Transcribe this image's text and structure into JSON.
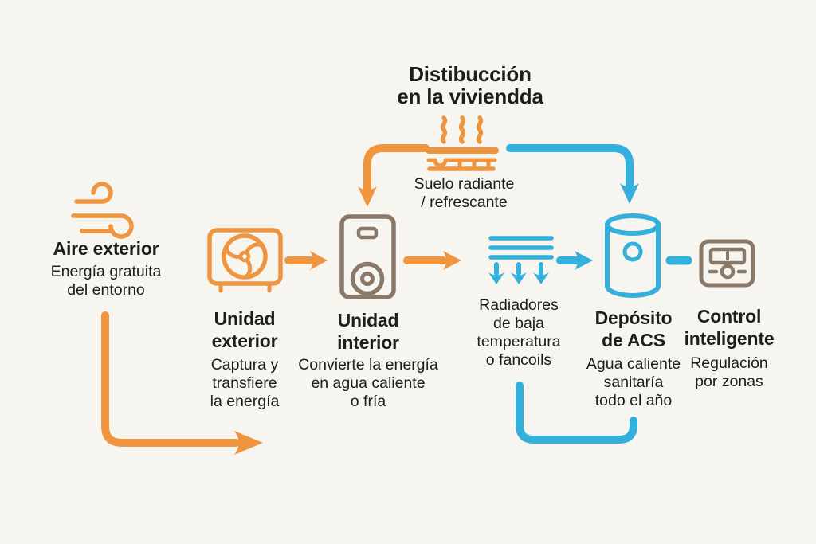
{
  "colors": {
    "orange": "#F0953F",
    "blue": "#33B1DC",
    "brown": "#8A7968",
    "text": "#1D1D1B",
    "background": "#F7F5EF"
  },
  "title": "Distibucción\nen la viviendda",
  "floor_distribution": {
    "icon": "floor-heating-icon",
    "label": "Suelo radiante\n/ refrescante"
  },
  "nodes": [
    {
      "id": "aire-exterior",
      "icon": "wind-icon",
      "heading": "Aire exterior",
      "description": "Energía gratuita\ndel entorno"
    },
    {
      "id": "unidad-exterior",
      "icon": "outdoor-unit-icon",
      "heading": "Unidad\nexterior",
      "description": "Captura y\ntransfiere\nla energía"
    },
    {
      "id": "unidad-interior",
      "icon": "indoor-unit-icon",
      "heading": "Unidad\ninterior",
      "description": "Convierte la energía\nen agua caliente\no fría"
    },
    {
      "id": "radiadores",
      "icon": "radiator-icon",
      "heading": "",
      "description": "Radiadores\nde baja\ntemperatura\no fancoils"
    },
    {
      "id": "deposito-acs",
      "icon": "water-tank-icon",
      "heading": "Depósito\nde ACS",
      "description": "Agua caliente\nsanitaría\ntodo el año"
    },
    {
      "id": "control-inteligente",
      "icon": "thermostat-icon",
      "heading": "Control\ninteligente",
      "description": "Regulación\npor zonas"
    }
  ]
}
